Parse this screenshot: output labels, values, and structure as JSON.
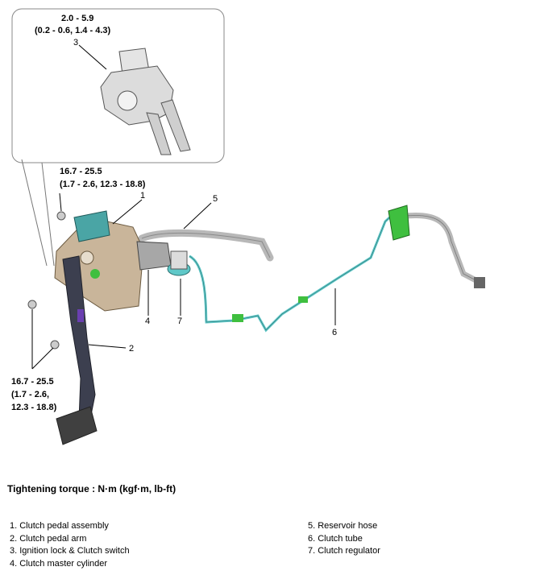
{
  "callouts": {
    "c1": "1",
    "c2": "2",
    "c3": "3",
    "c4": "4",
    "c5": "5",
    "c6": "6",
    "c7": "7"
  },
  "torque_specs": {
    "switch": {
      "line1": "2.0 - 5.9",
      "line2": "(0.2 - 0.6, 1.4 - 4.3)"
    },
    "bracket": {
      "line1": "16.7 - 25.5",
      "line2": "(1.7 - 2.6, 12.3 - 18.8)"
    },
    "lower": {
      "line1": "16.7 - 25.5",
      "line2": "(1.7 - 2.6,",
      "line3": "12.3 - 18.8)"
    }
  },
  "torque_title": "Tightening torque : N·m (kgf·m, lb-ft)",
  "legend_left": [
    "1. Clutch pedal assembly",
    "2. Clutch pedal arm",
    "3. Ignition lock & Clutch switch",
    "4. Clutch master cylinder"
  ],
  "legend_right": [
    "5. Reservoir hose",
    "6. Clutch tube",
    "7. Clutch regulator"
  ],
  "colors": {
    "tube": "#5fc8c8",
    "bracket": "#c9b59a",
    "pedal_arm": "#3c3f4f",
    "hose": "#b8b8b8",
    "green_part": "#3fbf3f",
    "switch_body": "#dcdcdc"
  }
}
